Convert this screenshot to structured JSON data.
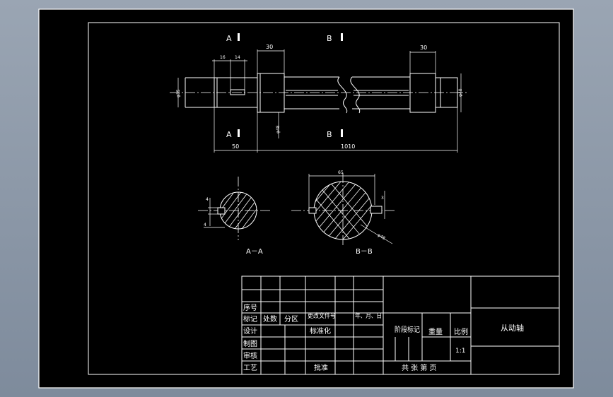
{
  "section_labels": {
    "a_top": "A",
    "b_top": "B",
    "a_bottom": "A",
    "b_bottom": "B",
    "section_aa": "A－A",
    "section_bb": "B－B"
  },
  "dimensions": {
    "d_left_dia": "φ35",
    "d_16": "16",
    "d_14": "14",
    "d_30_left": "30",
    "d_30_right": "30",
    "d_right_dia": "φ40",
    "d_mid_dia": "φ48",
    "d_50": "50",
    "d_1010": "1010",
    "d_aa_vert": "4",
    "d_aa_depth": "4",
    "d_bb_65": "65",
    "d_bb_vert": "3",
    "d_bb_dia": "φ48"
  },
  "title_block": {
    "row_seq": "序号",
    "row_mark": "标记",
    "col_count": "处数",
    "col_zone": "分区",
    "col_doc": "更改文件号",
    "col_date": "年、月、日",
    "row_design": "设计",
    "standardize": "标准化",
    "row_draw": "制图",
    "row_check": "审核",
    "row_process": "工艺",
    "approve": "批准",
    "stage_mark": "阶段标记",
    "weight": "重量",
    "scale": "比例",
    "scale_value": "1:1",
    "sheets": "共  张  第  页",
    "part_name": "从动轴"
  }
}
